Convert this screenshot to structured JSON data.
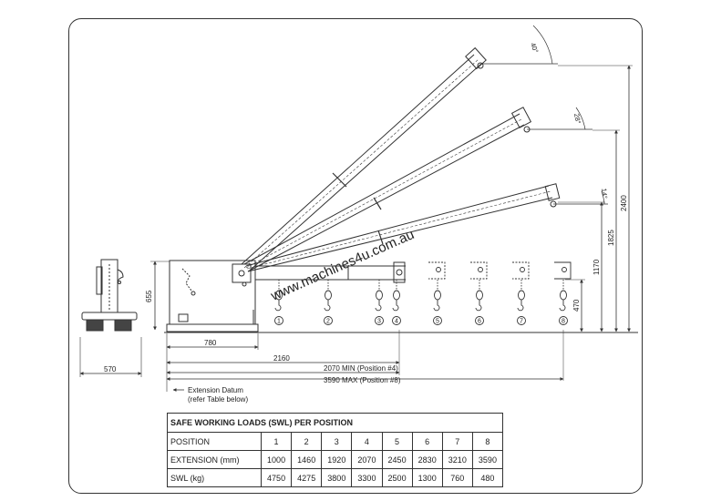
{
  "dimensions": {
    "height_total": "2400",
    "height_30": "1825",
    "height_14": "1170",
    "height_hook": "470",
    "base_height": "655",
    "base_depth": "570",
    "chassis_length": "780",
    "reach_2160": "2160",
    "min_extension": "2070 MIN (Position #4)",
    "max_extension": "3590 MAX (Position #8)"
  },
  "angles": [
    "40°",
    "28°",
    "14°"
  ],
  "positions": [
    "1",
    "2",
    "3",
    "4",
    "5",
    "6",
    "7",
    "8"
  ],
  "watermark": "www.machines4u.com.au",
  "datum_note": [
    "Extension Datum",
    "(refer Table below)"
  ],
  "table": {
    "title": "SAFE WORKING LOADS (SWL) PER POSITION",
    "rows": [
      {
        "label": "POSITION",
        "values": [
          "1",
          "2",
          "3",
          "4",
          "5",
          "6",
          "7",
          "8"
        ]
      },
      {
        "label": "EXTENSION (mm)",
        "values": [
          "1000",
          "1460",
          "1920",
          "2070",
          "2450",
          "2830",
          "3210",
          "3590"
        ]
      },
      {
        "label": "SWL (kg)",
        "values": [
          "4750",
          "4275",
          "3800",
          "3300",
          "2500",
          "1300",
          "760",
          "480"
        ]
      }
    ]
  },
  "colors": {
    "line": "#333333",
    "watermark": "#c8c8c8"
  }
}
